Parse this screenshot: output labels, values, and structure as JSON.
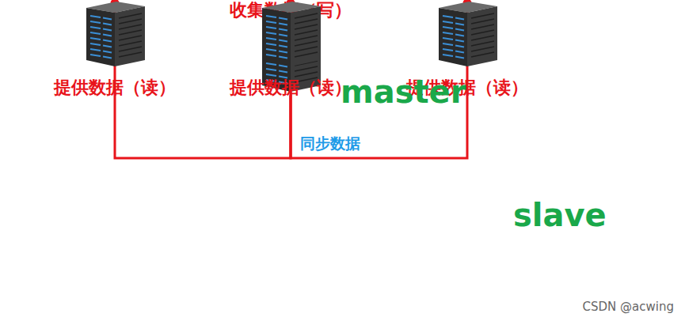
{
  "diagram": {
    "nodes": [
      {
        "text": [
          "收集数据（写）"
        ]
      },
      {
        "text": [
          "提供数据（读）"
        ]
      },
      {
        "text": [
          "提供数据（读）"
        ]
      },
      {
        "text": [
          "提供数据（读）"
        ]
      }
    ],
    "edges": [
      {
        "from": 0,
        "to": 1,
        "arrow": "none"
      },
      {
        "from": 0,
        "to": 2,
        "arrow": "none",
        "label": "同步数据"
      },
      {
        "from": 0,
        "to": 3,
        "arrow": "none"
      }
    ],
    "labels": [
      "master",
      "slave",
      "CSDN @acwing"
    ]
  }
}
